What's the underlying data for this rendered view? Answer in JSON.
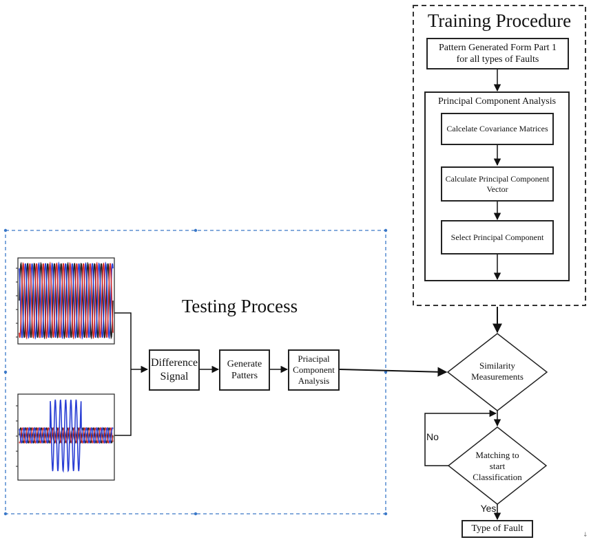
{
  "diagram": {
    "training": {
      "title": "Training Procedure",
      "pattern_box": "Pattern Generated Form Part 1\nfor all types of  Faults",
      "pca_title": "Principal Component Analysis",
      "covariance": "Calcelate Covariance Matrices",
      "pc_vector": "Calculate Principal Component\nVector",
      "select_pc": "Select Principal Component"
    },
    "testing": {
      "title": "Testing Process",
      "difference_signal": "Difference\nSignal",
      "generate_patters": "Generate\nPatters",
      "priacipal_pca": "Priacipal\nComponent\nAnalysis"
    },
    "decision": {
      "similarity": "Similarity\nMeasurements",
      "matching": "Matching to\nstart\nClassification",
      "no_label": "No",
      "yes_label": "Yes",
      "output": "Type of Fault"
    },
    "colors": {
      "dashed_blue": "#3a78c8",
      "signal_red": "#d42a2a",
      "signal_blue": "#2a3fd4",
      "signal_black": "#222222"
    }
  }
}
